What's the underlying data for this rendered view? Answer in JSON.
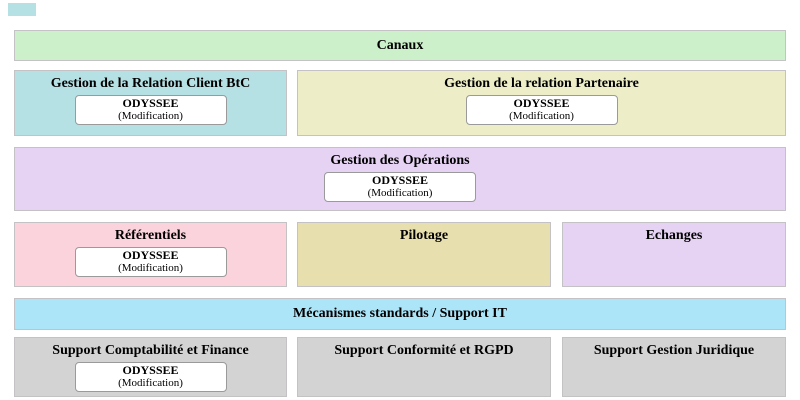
{
  "app_chip_defaults": {
    "name": "ODYSSEE",
    "detail": "(Modification)"
  },
  "colors": {
    "green": "#ccf1ca",
    "teal": "#b5e0e4",
    "yellow": "#ededc7",
    "purple": "#e6d2f3",
    "pink": "#fad3dd",
    "khaki": "#e8dfae",
    "blue": "#ace4f8",
    "gray": "#d3d3d3",
    "block_border": "#c5c2c5",
    "chip_border": "#9a9a9a",
    "text": "#000000"
  },
  "corner_marker": {
    "bg": "#b5e0e4"
  },
  "blocks": {
    "canaux": {
      "label": "Canaux",
      "bg": "#ccf1ca"
    },
    "grc_btc": {
      "label": "Gestion de la Relation Client BtC",
      "bg": "#b5e0e4",
      "app": {
        "name": "ODYSSEE",
        "detail": "(Modification)"
      }
    },
    "partenaire": {
      "label": "Gestion de la relation Partenaire",
      "bg": "#ededc7",
      "app": {
        "name": "ODYSSEE",
        "detail": "(Modification)"
      }
    },
    "operations": {
      "label": "Gestion des Opérations",
      "bg": "#e6d2f3",
      "app": {
        "name": "ODYSSEE",
        "detail": "(Modification)"
      }
    },
    "referentiels": {
      "label": "Référentiels",
      "bg": "#fad3dd",
      "app": {
        "name": "ODYSSEE",
        "detail": "(Modification)"
      }
    },
    "pilotage": {
      "label": "Pilotage",
      "bg": "#e8dfae"
    },
    "echanges": {
      "label": "Echanges",
      "bg": "#e6d2f3"
    },
    "mecanismes": {
      "label": "Mécanismes standards / Support IT",
      "bg": "#ace4f8"
    },
    "compta": {
      "label": "Support Comptabilité et Finance",
      "bg": "#d3d3d3",
      "app": {
        "name": "ODYSSEE",
        "detail": "(Modification)"
      }
    },
    "conformite": {
      "label": "Support Conformité et RGPD",
      "bg": "#d3d3d3"
    },
    "juridique": {
      "label": "Support Gestion Juridique",
      "bg": "#d3d3d3"
    }
  }
}
